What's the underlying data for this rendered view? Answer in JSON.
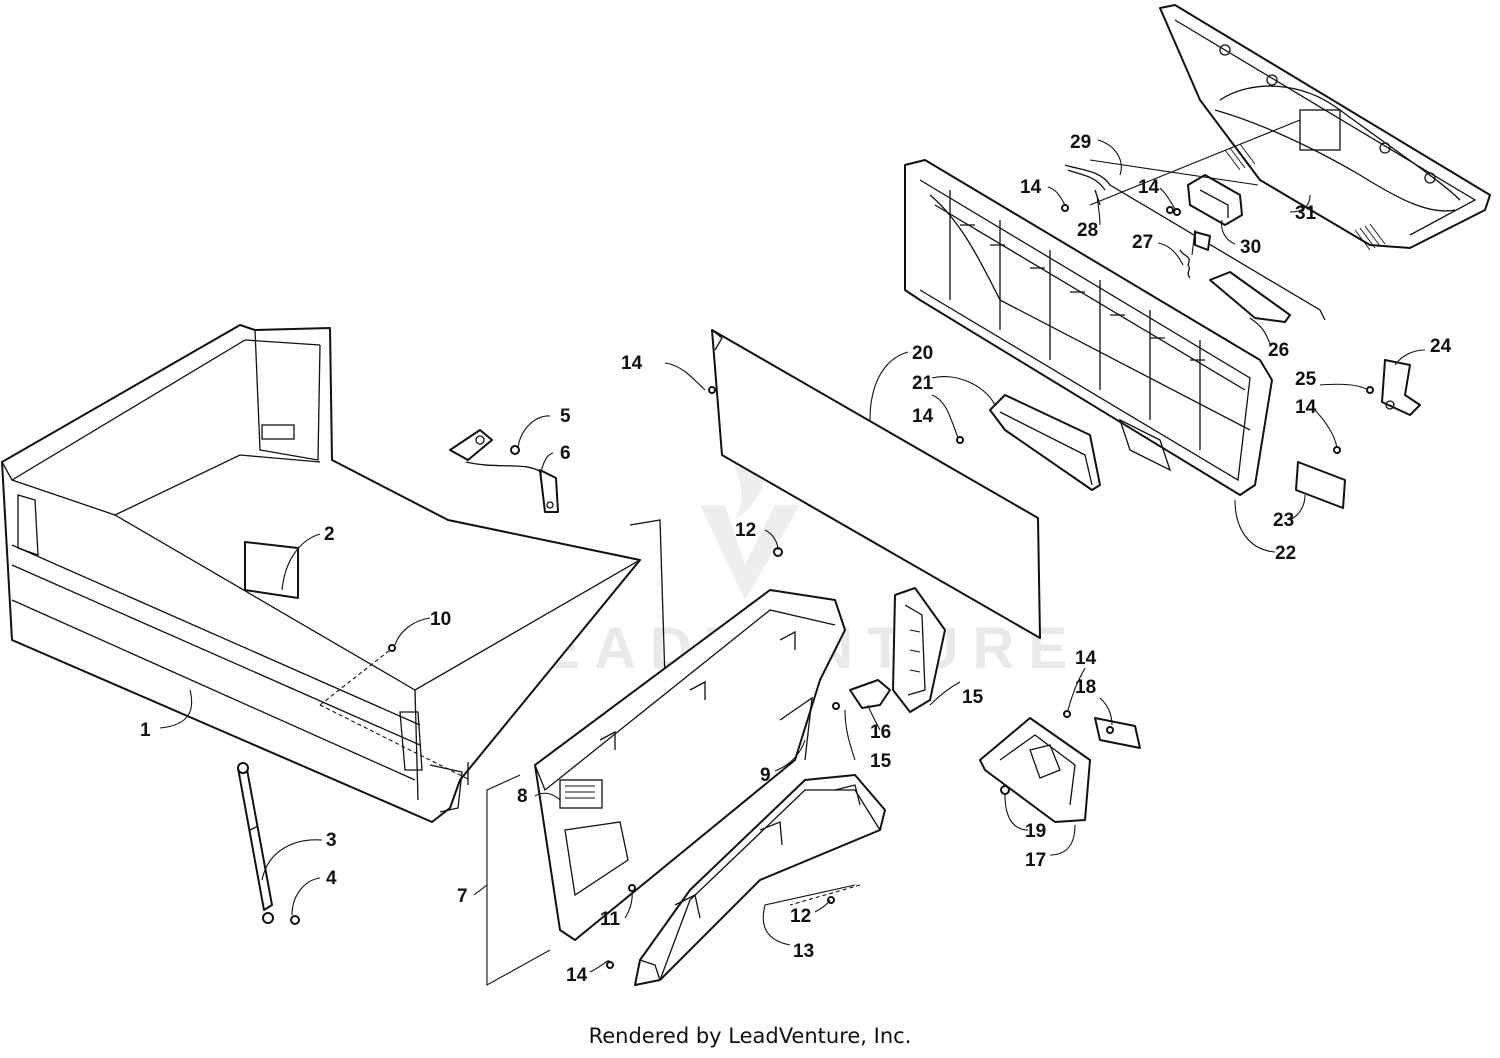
{
  "watermark": {
    "text": "LEADVENTURE"
  },
  "footer": {
    "text": "Rendered by LeadVenture, Inc."
  },
  "callouts": [
    {
      "id": "c1",
      "label": "1"
    },
    {
      "id": "c2",
      "label": "2"
    },
    {
      "id": "c3",
      "label": "3"
    },
    {
      "id": "c4",
      "label": "4"
    },
    {
      "id": "c5",
      "label": "5"
    },
    {
      "id": "c6",
      "label": "6"
    },
    {
      "id": "c7",
      "label": "7"
    },
    {
      "id": "c8",
      "label": "8"
    },
    {
      "id": "c9",
      "label": "9"
    },
    {
      "id": "c10",
      "label": "10"
    },
    {
      "id": "c11",
      "label": "11"
    },
    {
      "id": "c12a",
      "label": "12"
    },
    {
      "id": "c12b",
      "label": "12"
    },
    {
      "id": "c13",
      "label": "13"
    },
    {
      "id": "c14a",
      "label": "14"
    },
    {
      "id": "c14b",
      "label": "14"
    },
    {
      "id": "c14c",
      "label": "14"
    },
    {
      "id": "c14d",
      "label": "14"
    },
    {
      "id": "c14e",
      "label": "14"
    },
    {
      "id": "c14f",
      "label": "14"
    },
    {
      "id": "c14g",
      "label": "14"
    },
    {
      "id": "c15a",
      "label": "15"
    },
    {
      "id": "c15b",
      "label": "15"
    },
    {
      "id": "c16",
      "label": "16"
    },
    {
      "id": "c17",
      "label": "17"
    },
    {
      "id": "c18",
      "label": "18"
    },
    {
      "id": "c19",
      "label": "19"
    },
    {
      "id": "c20",
      "label": "20"
    },
    {
      "id": "c21",
      "label": "21"
    },
    {
      "id": "c22",
      "label": "22"
    },
    {
      "id": "c23",
      "label": "23"
    },
    {
      "id": "c24",
      "label": "24"
    },
    {
      "id": "c25",
      "label": "25"
    },
    {
      "id": "c26",
      "label": "26"
    },
    {
      "id": "c27",
      "label": "27"
    },
    {
      "id": "c28",
      "label": "28"
    },
    {
      "id": "c29",
      "label": "29"
    },
    {
      "id": "c30",
      "label": "30"
    },
    {
      "id": "c31",
      "label": "31"
    }
  ]
}
